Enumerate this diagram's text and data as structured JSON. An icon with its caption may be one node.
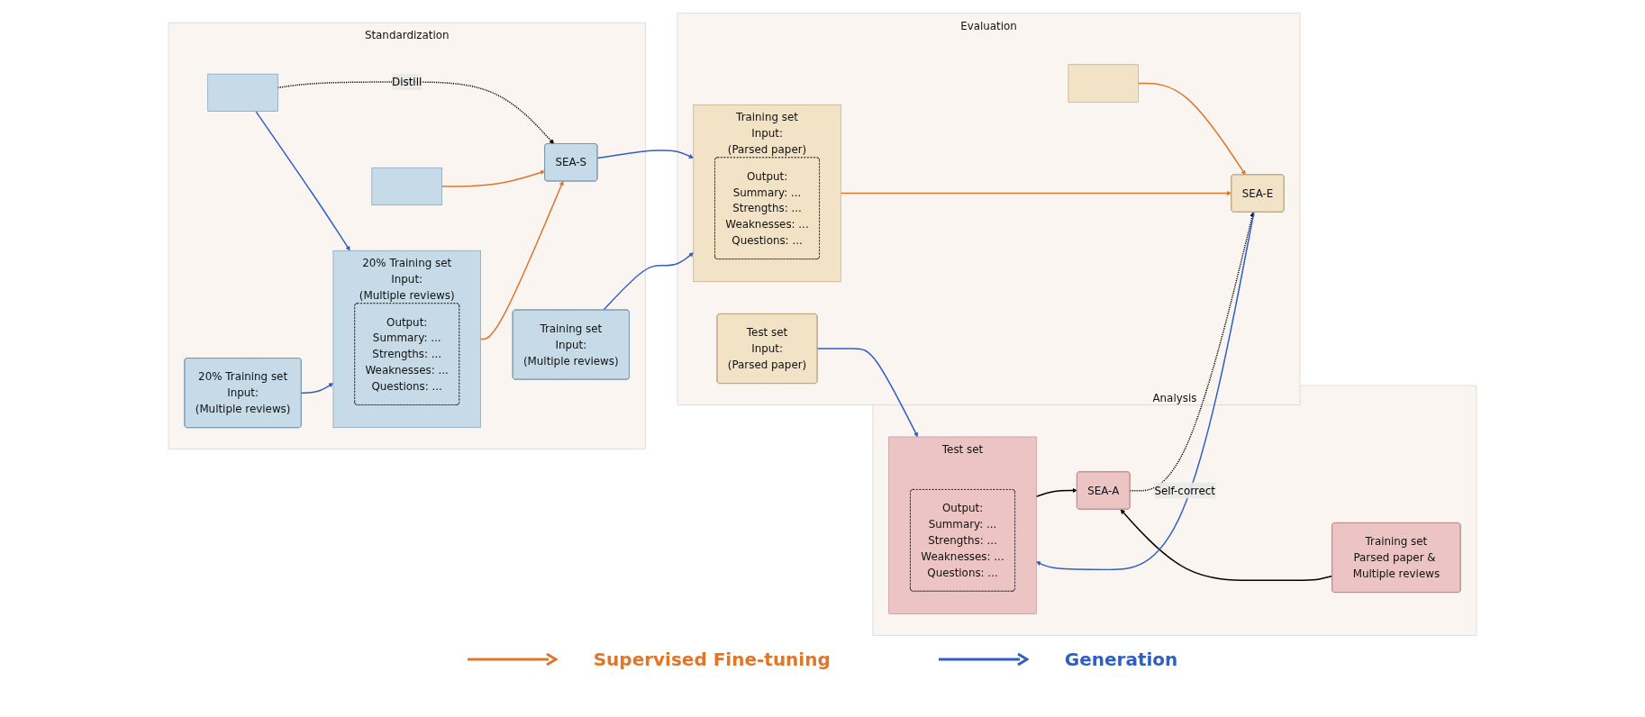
{
  "diagram": {
    "nodes": [
      {
        "text": [
          "Standardization"
        ]
      },
      {
        "text": [],
        "shape": "box",
        "in": 0
      },
      {
        "text": [
          "20% Training set",
          "Input:",
          "(Multiple reviews)"
        ],
        "in": 0
      },
      {
        "text": [],
        "shape": "box",
        "in": 0
      },
      {
        "text": [
          "20% Training set",
          "Input:",
          "(Multiple reviews)"
        ],
        "in": 0
      },
      {
        "text": [
          "Output:",
          "Summary: ...",
          "Strengths: ...",
          "Weaknesses: ...",
          "Questions: ..."
        ],
        "in": 4
      },
      {
        "text": [
          "SEA-S"
        ],
        "in": 0
      },
      {
        "text": [
          "Training set",
          "Input:",
          "(Multiple reviews)"
        ],
        "in": 0
      },
      {
        "text": [
          "Evaluation"
        ]
      },
      {
        "text": [],
        "shape": "box",
        "in": 8
      },
      {
        "text": [
          "Training set",
          "Input:",
          "(Parsed paper)"
        ],
        "in": 8
      },
      {
        "text": [
          "Output:",
          "Summary: ...",
          "Strengths: ...",
          "Weaknesses: ...",
          "Questions: ..."
        ],
        "in": 10
      },
      {
        "text": [
          "SEA-E"
        ],
        "in": 8
      },
      {
        "text": [
          "Test set",
          "Input:",
          "(Parsed paper)"
        ],
        "in": 8
      },
      {
        "text": [
          "Analysis"
        ]
      },
      {
        "text": [
          "Training set",
          "Parsed paper & Multiple reviews"
        ],
        "in": 14
      },
      {
        "text": [
          "SEA-A"
        ],
        "in": 14
      },
      {
        "text": [
          "Test set"
        ],
        "in": 14
      },
      {
        "text": [
          "Output:",
          "Summary: ...",
          "Strengths: ...",
          "Weaknesses: ...",
          "Questions: ..."
        ],
        "in": 17
      }
    ],
    "edges": [
      {
        "from": 1,
        "to": 6,
        "arrow": "to",
        "label": "Distill",
        "style": "dashed",
        "color": "#000000"
      },
      {
        "from": 1,
        "to": 4,
        "arrow": "to"
      },
      {
        "from": 2,
        "to": 4,
        "arrow": "to"
      },
      {
        "from": 3,
        "to": 6,
        "arrow": "to",
        "color": "#e0762a"
      },
      {
        "from": 4,
        "to": 6,
        "arrow": "to",
        "color": "#e0762a"
      },
      {
        "from": 6,
        "to": 10,
        "arrow": "to"
      },
      {
        "from": 7,
        "to": 10,
        "arrow": "to"
      },
      {
        "from": 9,
        "to": 12,
        "arrow": "to",
        "color": "#e0762a"
      },
      {
        "from": 10,
        "to": 12,
        "arrow": "to",
        "color": "#e0762a"
      },
      {
        "from": 12,
        "to": 17,
        "arrow": "to"
      },
      {
        "from": 13,
        "to": 17,
        "arrow": "to"
      },
      {
        "from": 15,
        "to": 16,
        "arrow": "to",
        "color": "#000000"
      },
      {
        "from": 17,
        "to": 16,
        "arrow": "to",
        "color": "#000000"
      },
      {
        "from": 16,
        "to": 12,
        "arrow": "to",
        "label": "Self-correct",
        "style": "dashed",
        "color": "#000000"
      }
    ],
    "legend": [
      {
        "text": "Supervised Fine-tuning"
      },
      {
        "text": "Generation"
      }
    ]
  }
}
